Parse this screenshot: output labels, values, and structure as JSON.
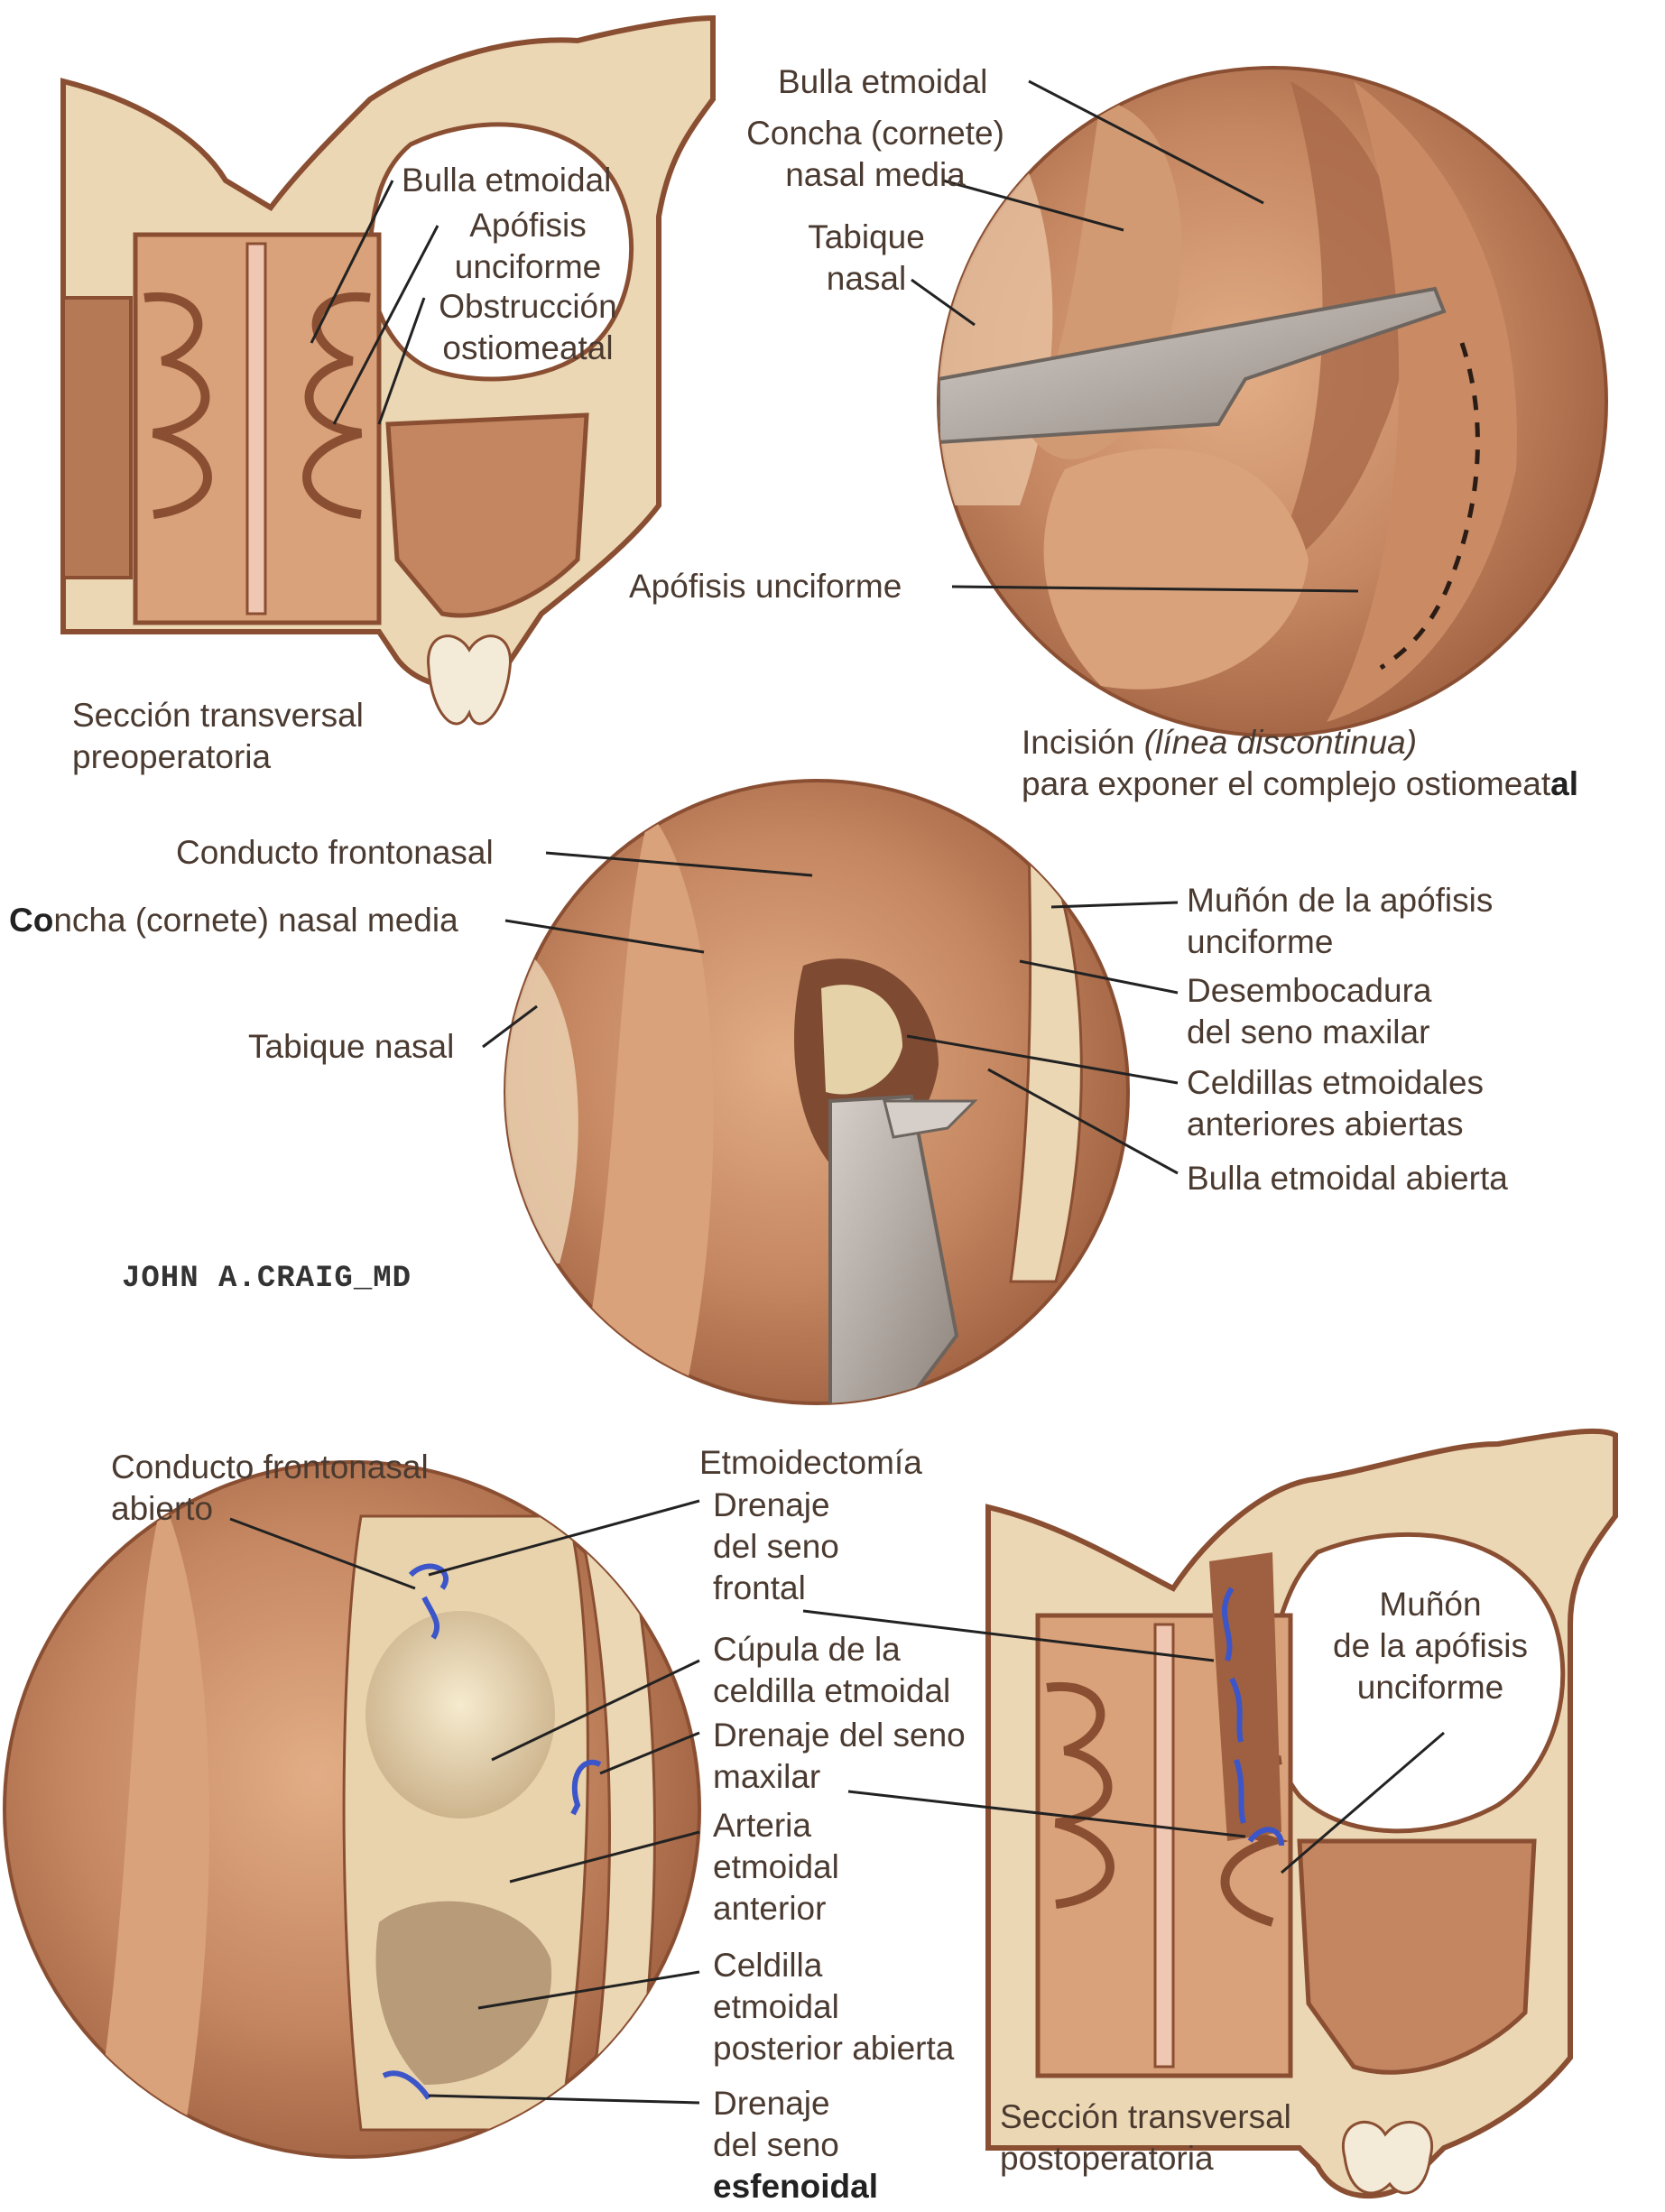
{
  "labels": {
    "tl_bulla": "Bulla etmoidal",
    "tl_apofisis_1": "Apófisis",
    "tl_apofisis_2": "unciforme",
    "tl_obstruccion_1": "Obstrucción",
    "tl_obstruccion_2": "ostiomeatal",
    "tl_caption_1": "Sección transversal",
    "tl_caption_2": "preoperatoria",
    "tr_bulla": "Bulla etmoidal",
    "tr_concha_1": "Concha (cornete)",
    "tr_concha_2": "nasal media",
    "tr_tabique_1": "Tabique",
    "tr_tabique_2": "nasal",
    "tr_apofisis": "Apófisis unciforme",
    "tr_incision_1": "Incisión ",
    "tr_incision_italic": "(línea discontinua)",
    "tr_incision_2a": "para exponer el complejo ostiomeat",
    "tr_incision_2b": "al",
    "m_conducto": "Conducto frontonasal",
    "m_concha_a": "Co",
    "m_concha_b": "ncha (cornete) nasal media",
    "m_tabique": "Tabique nasal",
    "m_munon_1": "Muñón de la apófisis",
    "m_munon_2": "unciforme",
    "m_desemb_1": "Desembocadura",
    "m_desemb_2": "del seno maxilar",
    "m_celdillas_1": "Celdillas etmoidales",
    "m_celdillas_2": "anteriores abiertas",
    "m_bulla": "Bulla etmoidal abierta",
    "signature": "JOHN A.CRAIG_MD",
    "bl_conducto_1": "Conducto frontonasal",
    "bl_conducto_2": "abierto",
    "bl_etmoidectomia": "Etmoidectomía",
    "bl_drenaje_frontal_1": "Drenaje",
    "bl_drenaje_frontal_2": "del seno",
    "bl_drenaje_frontal_3": "frontal",
    "bl_cupula_1": "Cúpula de la",
    "bl_cupula_2": "celdilla etmoidal",
    "bl_drenaje_maxilar_1": "Drenaje del seno",
    "bl_drenaje_maxilar_2": "maxilar",
    "bl_arteria_1": "Arteria",
    "bl_arteria_2": "etmoidal",
    "bl_arteria_3": "anterior",
    "bl_celdilla_1": "Celdilla",
    "bl_celdilla_2": "etmoidal",
    "bl_celdilla_3": "posterior abierta",
    "bl_drenaje_esf_1": "Drenaje",
    "bl_drenaje_esf_2": "del seno",
    "bl_drenaje_esf_3": "esfenoidal",
    "br_munon_1": "Muñón",
    "br_munon_2": "de la apófisis",
    "br_munon_3": "unciforme",
    "br_caption_1": "Sección transversal",
    "br_caption_2": "postoperatoria"
  },
  "colors": {
    "tissue": "#b57a55",
    "tissue_light": "#d9a27a",
    "tissue_dark": "#8a4f32",
    "bone": "#ecd7b5",
    "mucosa": "#f0c7b2",
    "cavity": "#ffffff",
    "instrument": "#b8aea6",
    "arrow": "#3c55c8",
    "leader": "#222222",
    "text": "#4a3a30"
  }
}
